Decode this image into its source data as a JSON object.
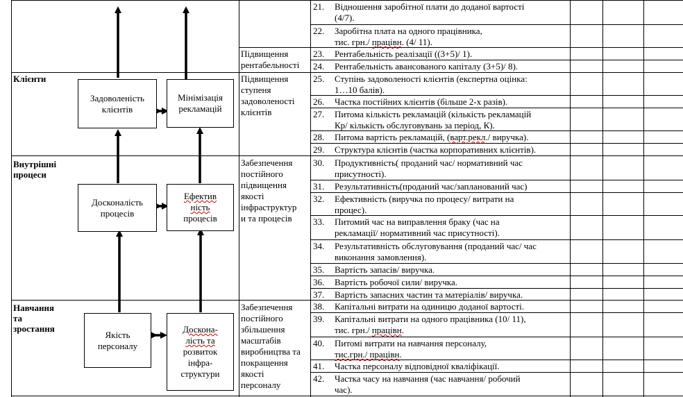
{
  "sections": {
    "clients": "Клієнти",
    "internal_1": "Внутрішні",
    "internal_2": "процеси",
    "learning_1": "Навчання",
    "learning_2": "та",
    "learning_3": "зростання"
  },
  "boxes": {
    "satisfaction_1": "Задоволеність",
    "satisfaction_2": "клієнтів",
    "complaints_1": "Мінімізація",
    "complaints_2": "рекламацій",
    "perfection_1": "Досконалість",
    "perfection_2": "процесів",
    "efficiency_1": "Ефектив",
    "efficiency_2": "ність",
    "efficiency_3": "процесів",
    "staff_1": "Якість",
    "staff_2": "персоналу",
    "infra_1": "Доскона-",
    "infra_2": "лість та",
    "infra_3": "розвиток",
    "infra_4": "інфра-",
    "infra_5": "структури"
  },
  "goals": {
    "profitability_1": "Підвищення",
    "profitability_2": "рентабельності",
    "clients_1": "Підвищення",
    "clients_2": "ступеня",
    "clients_3": "задоволеності",
    "clients_4": "клієнтів",
    "processes_1": "Забезпечення",
    "processes_2": "постійного",
    "processes_3": "підвищення",
    "processes_4": "якості",
    "processes_5": "інфраструктур",
    "processes_6": "и та процесів",
    "growth_1": "Забезпечення",
    "growth_2": "постійного",
    "growth_3": "збільшення",
    "growth_4": "масштабів",
    "growth_5": "виробництва та",
    "growth_6": "покращення",
    "growth_7": "якості",
    "growth_8": "персоналу"
  },
  "indicators": [
    {
      "n": "21.",
      "l1": "Відношення заробітної плати до доданої вартості",
      "l2": "(4/7)."
    },
    {
      "n": "22.",
      "l1": "Заробітна плата на одного працівника,",
      "l2a": "тис. грн./ ",
      "l2u": "працівн",
      "l2b": ". (4/ 11)."
    },
    {
      "n": "23.",
      "l1": "Рентабельність реалізації ((3+5)/ 1)."
    },
    {
      "n": "24.",
      "l1": "Рентабельність авансованого капіталу (3+5)/ 8)."
    },
    {
      "n": "25.",
      "l1": "Ступінь задоволеності клієнтів (експертна оцінка:",
      "l2": "1…10 балів)."
    },
    {
      "n": "26.",
      "l1": "Частка постійних клієнтів (більше 2-х разів)."
    },
    {
      "n": "27.",
      "l1": "Питома кількість рекламацій (кількість рекламацій",
      "l2": "Кр/ кількість обслуговувань за період, К)."
    },
    {
      "n": "28.",
      "l1a": "Питома вартість рекламацій, (",
      "l1u": "варт.рекл",
      "l1b": "./ виручка)."
    },
    {
      "n": "29.",
      "l1": "Структура клієнтів (частка корпоративних клієнтів)."
    },
    {
      "n": "30.",
      "l1": "Продуктивність( проданий час/ нормативний час",
      "l2": "присутності)."
    },
    {
      "n": "31.",
      "l1": "Результативність(проданий час/запланований час)"
    },
    {
      "n": "32.",
      "l1": "Ефективність (виручка по процесу/ витрати на",
      "l2": "процес)."
    },
    {
      "n": "33.",
      "l1": "Питомий час на виправлення браку (час на",
      "l2": "рекламації/ нормативний час присутності)."
    },
    {
      "n": "34.",
      "l1": "Результативність обслуговування (проданий час/ час",
      "l2": "виконання замовлення)."
    },
    {
      "n": "35.",
      "l1": "Вартість запасів/ виручка."
    },
    {
      "n": "36.",
      "l1": "Вартість робочої сили/ виручка."
    },
    {
      "n": "37.",
      "l1": "Вартість запасних частин та матеріалів/ виручка."
    },
    {
      "n": "38.",
      "l1": "Капітальні витрати на одиницю доданої вартості."
    },
    {
      "n": "39.",
      "l1": "Капітальні витрати на одного працівника (10/ 11),",
      "l2a": "тис. грн./ ",
      "l2u": "працівн",
      "l2b": "."
    },
    {
      "n": "40.",
      "l1": "Питомі витрати на навчання персоналу,",
      "l2u": "тис.грн./ працівн",
      "l2b": "."
    },
    {
      "n": "41.",
      "l1": "Частка персоналу відповідної кваліфікації."
    },
    {
      "n": "42.",
      "l1": "Частка часу на навчання (час навчання/ робочий",
      "l2": "час)."
    }
  ]
}
